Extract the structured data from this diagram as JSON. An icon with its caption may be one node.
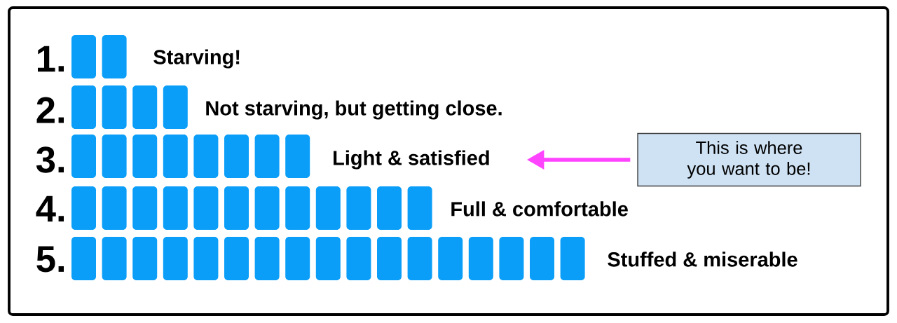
{
  "diagram": {
    "nodes": [
      {
        "text": [
          "Light & satisfied"
        ]
      },
      {
        "text": [
          "This is where you want to be!"
        ]
      }
    ],
    "edges": [
      {
        "from": 1,
        "to": 0,
        "arrow": "to",
        "color": "#ff44ff"
      }
    ],
    "labels": [
      "1.",
      "Starving!",
      "2.",
      "Not starving, but getting close.",
      "3.",
      "4.",
      "Full & comfortable",
      "5.",
      "Stuffed & miserable"
    ]
  }
}
